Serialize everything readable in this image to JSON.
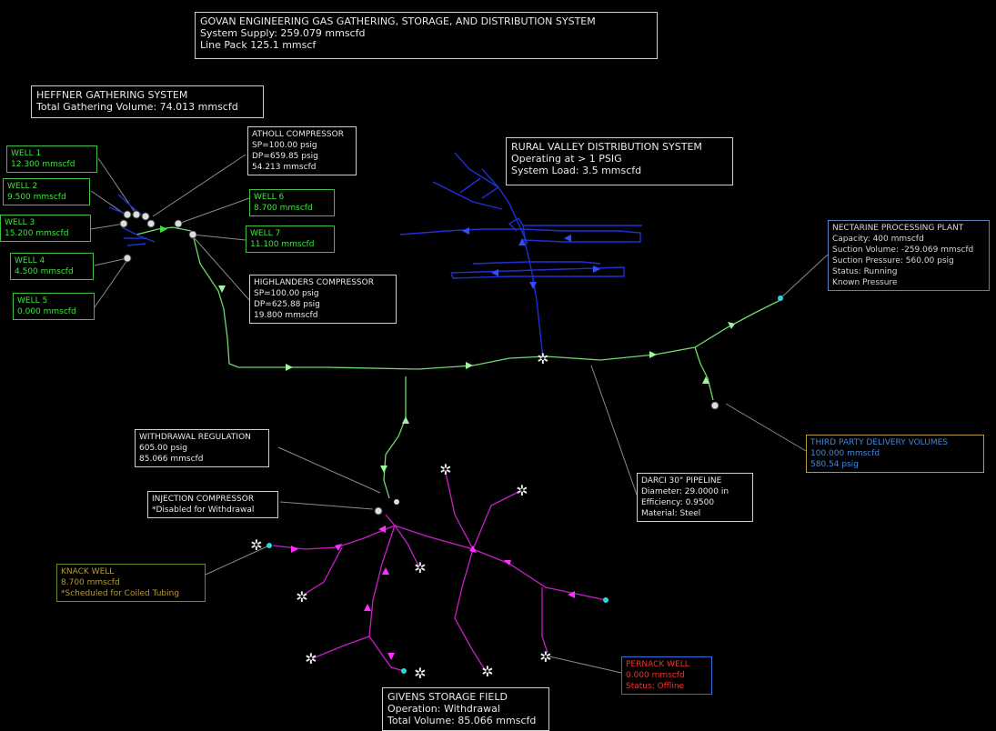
{
  "header": {
    "title": "GOVAN ENGINEERING GAS GATHERING, STORAGE, AND DISTRIBUTION SYSTEM",
    "supply": "System Supply: 259.079 mmscfd",
    "linepack": "Line Pack 125.1 mmscf"
  },
  "heffner": {
    "title": "HEFFNER GATHERING SYSTEM",
    "volume": "Total Gathering Volume: 74.013 mmscfd"
  },
  "wells": [
    {
      "name": "WELL 1",
      "rate": "12.300 mmscfd"
    },
    {
      "name": "WELL 2",
      "rate": "9.500 mmscfd"
    },
    {
      "name": "WELL 3",
      "rate": "15.200 mmscfd"
    },
    {
      "name": "WELL 4",
      "rate": "4.500 mmscfd"
    },
    {
      "name": "WELL 5",
      "rate": "0.000 mmscfd"
    },
    {
      "name": "WELL 6",
      "rate": "8.700 mmscfd"
    },
    {
      "name": "WELL 7",
      "rate": "11.100 mmscfd"
    }
  ],
  "atholl": {
    "title": "ATHOLL COMPRESSOR",
    "sp": "SP=100.00 psig",
    "dp": "DP=659.85 psig",
    "flow": "54.213 mmscfd"
  },
  "highlanders": {
    "title": "HIGHLANDERS COMPRESSOR",
    "sp": "SP=100.00 psig",
    "dp": "DP=625.88 psig",
    "flow": "19.800 mmscfd"
  },
  "rural": {
    "title": "RURAL VALLEY DISTRIBUTION SYSTEM",
    "operating": "Operating at > 1 PSIG",
    "load": "System Load: 3.5 mmscfd"
  },
  "nectarine": {
    "title": "NECTARINE PROCESSING PLANT",
    "capacity": "Capacity: 400 mmscfd",
    "suction_volume": "Suction Volume: -259.069 mmscfd",
    "suction_pressure": "Suction Pressure: 560.00 psig",
    "status": "Status: Running",
    "known": "Known Pressure"
  },
  "third_party": {
    "title": "THIRD PARTY DELIVERY VOLUMES",
    "volume": "100.000 mmscfd",
    "pressure": "580.54 psig"
  },
  "darci": {
    "title": "DARCI 30\" PIPELINE",
    "diameter": "Diameter: 29.0000 in",
    "efficiency": "Efficiency: 0.9500",
    "material": "Material: Steel"
  },
  "withdrawal": {
    "title": "WITHDRAWAL REGULATION",
    "pressure": "605.00 psig",
    "flow": "85.066 mmscfd"
  },
  "injection": {
    "title": "INJECTION COMPRESSOR",
    "note": "*Disabled for Withdrawal"
  },
  "knack": {
    "title": "KNACK WELL",
    "rate": "8.700 mmscfd",
    "note": "*Scheduled for Coiled Tubing"
  },
  "pernack": {
    "title": "PERNACK WELL",
    "rate": "0.000 mmscfd",
    "status": "Status: Offline"
  },
  "givens": {
    "title": "GIVENS STORAGE FIELD",
    "operation": "Operation: Withdrawal",
    "volume": "Total Volume: 85.066 mmscfd"
  },
  "colors": {
    "gathering": "#3fbf3f",
    "distribution": "#1f2fd8",
    "storage": "#c81fc8",
    "background": "#000000"
  }
}
